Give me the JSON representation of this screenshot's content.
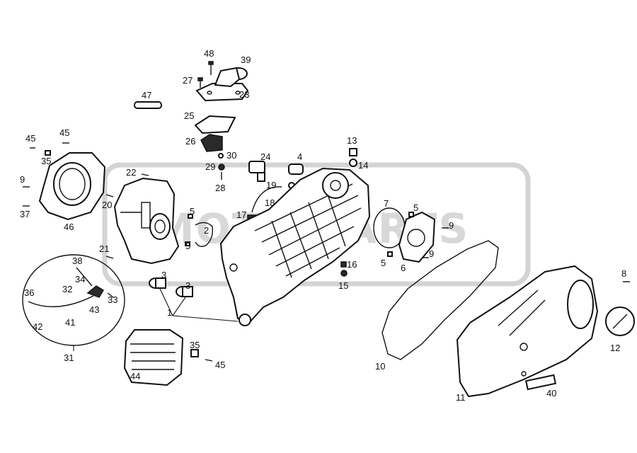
{
  "watermark": {
    "text": "MOTO-PARTS"
  },
  "callouts": [
    {
      "id": "c48",
      "label": "48"
    },
    {
      "id": "c39",
      "label": "39"
    },
    {
      "id": "c27",
      "label": "27"
    },
    {
      "id": "c23",
      "label": "23"
    },
    {
      "id": "c47",
      "label": "47"
    },
    {
      "id": "c25",
      "label": "25"
    },
    {
      "id": "c26",
      "label": "26"
    },
    {
      "id": "c45a",
      "label": "45"
    },
    {
      "id": "c45b",
      "label": "45"
    },
    {
      "id": "c35a",
      "label": "35"
    },
    {
      "id": "c13",
      "label": "13"
    },
    {
      "id": "c24",
      "label": "24"
    },
    {
      "id": "c4",
      "label": "4"
    },
    {
      "id": "c30",
      "label": "30"
    },
    {
      "id": "c14",
      "label": "14"
    },
    {
      "id": "c29",
      "label": "29"
    },
    {
      "id": "c22",
      "label": "22"
    },
    {
      "id": "c28",
      "label": "28"
    },
    {
      "id": "c9a",
      "label": "9"
    },
    {
      "id": "c19",
      "label": "19"
    },
    {
      "id": "c20",
      "label": "20"
    },
    {
      "id": "c18",
      "label": "18"
    },
    {
      "id": "c37",
      "label": "37"
    },
    {
      "id": "c7",
      "label": "7"
    },
    {
      "id": "c5a",
      "label": "5"
    },
    {
      "id": "c5b",
      "label": "5"
    },
    {
      "id": "c46",
      "label": "46"
    },
    {
      "id": "c17",
      "label": "17"
    },
    {
      "id": "c2",
      "label": "2"
    },
    {
      "id": "c9b",
      "label": "9"
    },
    {
      "id": "c21",
      "label": "21"
    },
    {
      "id": "c5c",
      "label": "5"
    },
    {
      "id": "c9c",
      "label": "9"
    },
    {
      "id": "c38",
      "label": "38"
    },
    {
      "id": "c16",
      "label": "16"
    },
    {
      "id": "c5d",
      "label": "5"
    },
    {
      "id": "c6",
      "label": "6"
    },
    {
      "id": "c34",
      "label": "34"
    },
    {
      "id": "c3a",
      "label": "3"
    },
    {
      "id": "c15",
      "label": "15"
    },
    {
      "id": "c36",
      "label": "36"
    },
    {
      "id": "c32",
      "label": "32"
    },
    {
      "id": "c3b",
      "label": "3"
    },
    {
      "id": "c33",
      "label": "33"
    },
    {
      "id": "c8",
      "label": "8"
    },
    {
      "id": "c43",
      "label": "43"
    },
    {
      "id": "c1",
      "label": "1"
    },
    {
      "id": "c42",
      "label": "42"
    },
    {
      "id": "c41",
      "label": "41"
    },
    {
      "id": "c12",
      "label": "12"
    },
    {
      "id": "c35b",
      "label": "35"
    },
    {
      "id": "c31",
      "label": "31"
    },
    {
      "id": "c45c",
      "label": "45"
    },
    {
      "id": "c10",
      "label": "10"
    },
    {
      "id": "c44",
      "label": "44"
    },
    {
      "id": "c40",
      "label": "40"
    },
    {
      "id": "c11",
      "label": "11"
    }
  ]
}
